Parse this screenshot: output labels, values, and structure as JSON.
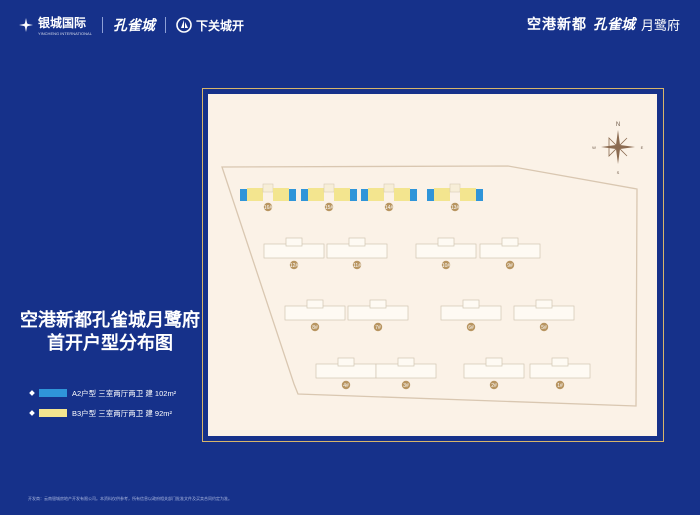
{
  "header": {
    "brand1_name": "银城国际",
    "brand1_sub": "YINCHENG INTERNATIONAL",
    "brand2": "孔雀城",
    "brand3": "下关城开",
    "right_title": "空港新都",
    "right_brand": "孔雀城",
    "right_sub": "月鹭府"
  },
  "left_title": {
    "line1": "空港新都孔雀城月鹭府",
    "line2": "首开户型分布图"
  },
  "legend": [
    {
      "text": "A2户型 三室两厅两卫 建 102m²",
      "color": "#2f95d9"
    },
    {
      "text": "B3户型 三室两厅两卫 建 92m²",
      "color": "#f3e58f"
    }
  ],
  "buildings": [
    {
      "label": "16#",
      "type": "A2B3"
    },
    {
      "label": "15#",
      "type": "A2B3"
    },
    {
      "label": "14#",
      "type": "A2B3"
    },
    {
      "label": "13#",
      "type": "A2B3"
    },
    {
      "label": "12#",
      "type": "plain"
    },
    {
      "label": "11#",
      "type": "plain"
    },
    {
      "label": "10#",
      "type": "plain"
    },
    {
      "label": "9#",
      "type": "plain"
    },
    {
      "label": "8#",
      "type": "plain"
    },
    {
      "label": "7#",
      "type": "plain"
    },
    {
      "label": "6#",
      "type": "plain"
    },
    {
      "label": "5#",
      "type": "plain"
    },
    {
      "label": "4#",
      "type": "plain"
    },
    {
      "label": "3#",
      "type": "plain"
    },
    {
      "label": "2#",
      "type": "plain"
    },
    {
      "label": "1#",
      "type": "plain"
    }
  ],
  "compass": {
    "n": "N",
    "s": "S",
    "e": "E",
    "w": "W"
  },
  "footer": "开发商：云南银城房地产开发有限公司。本资料仅供参考，所有信息以政府相关部门批准文件及买卖合同约定为准。"
}
